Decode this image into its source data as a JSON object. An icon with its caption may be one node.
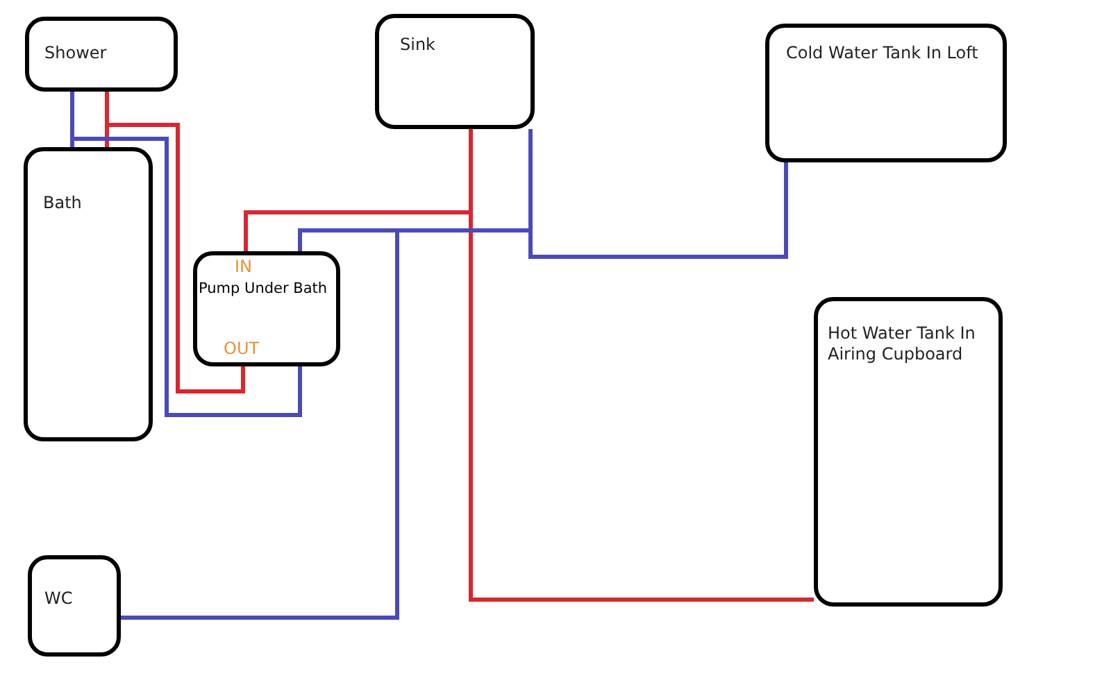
{
  "diagram": {
    "nodes": [
      {
        "text": [
          "Shower"
        ]
      },
      {
        "text": [
          "Bath"
        ]
      },
      {
        "text": [
          "IN",
          "Pump Under Bath",
          "OUT"
        ]
      },
      {
        "text": [
          "Sink"
        ]
      },
      {
        "text": [
          "Cold Water Tank In Loft"
        ]
      },
      {
        "text": [
          "Hot Water Tank In Airing Cupboard"
        ]
      },
      {
        "text": [
          "WC"
        ]
      }
    ],
    "edges": [
      {
        "from": 0,
        "to": 1,
        "arrow": "none"
      },
      {
        "from": 0,
        "to": 1,
        "arrow": "none",
        "color": "#d9262f"
      },
      {
        "from": 0,
        "to": 2,
        "arrow": "none"
      },
      {
        "from": 0,
        "to": 2,
        "arrow": "none",
        "color": "#d9262f"
      },
      {
        "from": 2,
        "to": 5,
        "arrow": "none",
        "color": "#d9262f"
      },
      {
        "from": 3,
        "to": 5,
        "arrow": "none",
        "color": "#d9262f"
      },
      {
        "from": 3,
        "to": 4,
        "arrow": "none"
      },
      {
        "from": 2,
        "to": 4,
        "arrow": "none"
      },
      {
        "from": 6,
        "to": 4,
        "arrow": "none"
      }
    ]
  }
}
